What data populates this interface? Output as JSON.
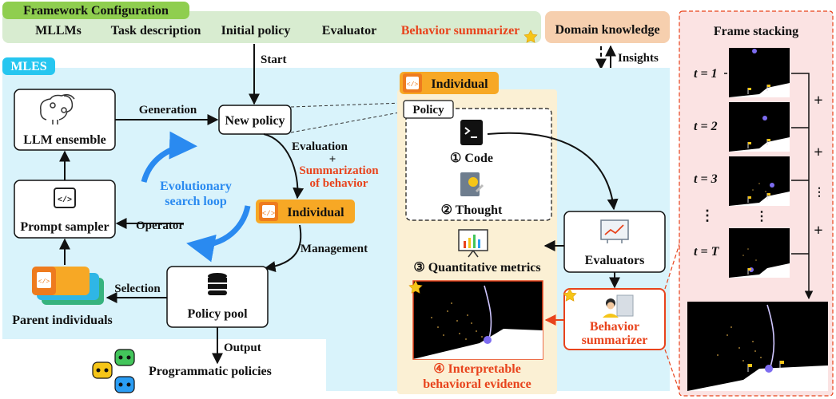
{
  "framework": {
    "title": "Framework Configuration",
    "items": [
      "MLLMs",
      "Task description",
      "Initial policy",
      "Evaluator",
      "Behavior summarizer"
    ],
    "domain_knowledge": "Domain knowledge",
    "insights": "Insights"
  },
  "mles": {
    "title": "MLES",
    "start": "Start",
    "llm_ensemble": "LLM ensemble",
    "generation": "Generation",
    "new_policy": "New policy",
    "evaluation": "Evaluation",
    "plus": "+",
    "summarization_line1": "Summarization",
    "summarization_line2": "of behavior",
    "loop_line1": "Evolutionary",
    "loop_line2": "search loop",
    "individual": "Individual",
    "prompt_sampler": "Prompt sampler",
    "operator": "Operator",
    "management": "Management",
    "selection": "Selection",
    "parent_individuals": "Parent individuals",
    "policy_pool": "Policy pool",
    "output": "Output",
    "programmatic_policies": "Programmatic policies"
  },
  "individual_panel": {
    "title": "Individual",
    "policy": "Policy",
    "code": "① Code",
    "thought": "② Thought",
    "metrics": "③ Quantitative metrics",
    "evidence_line1": "④ Interpretable",
    "evidence_line2": "behavioral evidence",
    "evaluators": "Evaluators",
    "summarizer_line1": "Behavior",
    "summarizer_line2": "summarizer"
  },
  "frame_stacking": {
    "title": "Frame stacking",
    "t1": "t = 1",
    "t2": "t = 2",
    "t3": "t = 3",
    "tT": "t = T",
    "plus": "+",
    "vdots": "⋮"
  },
  "colors": {
    "green_bar": "#d8ecd0",
    "green_title": "#8fce4f",
    "mles_bg": "#d9f3fb",
    "mles_title": "#26c6f0",
    "individual_bg": "#fbf0d4",
    "individual_title": "#f7a825",
    "domain_bg": "#f6cfae",
    "red_accent": "#e8431c",
    "loop_blue": "#2a8af0",
    "frame_bg": "#fbe3e3"
  }
}
